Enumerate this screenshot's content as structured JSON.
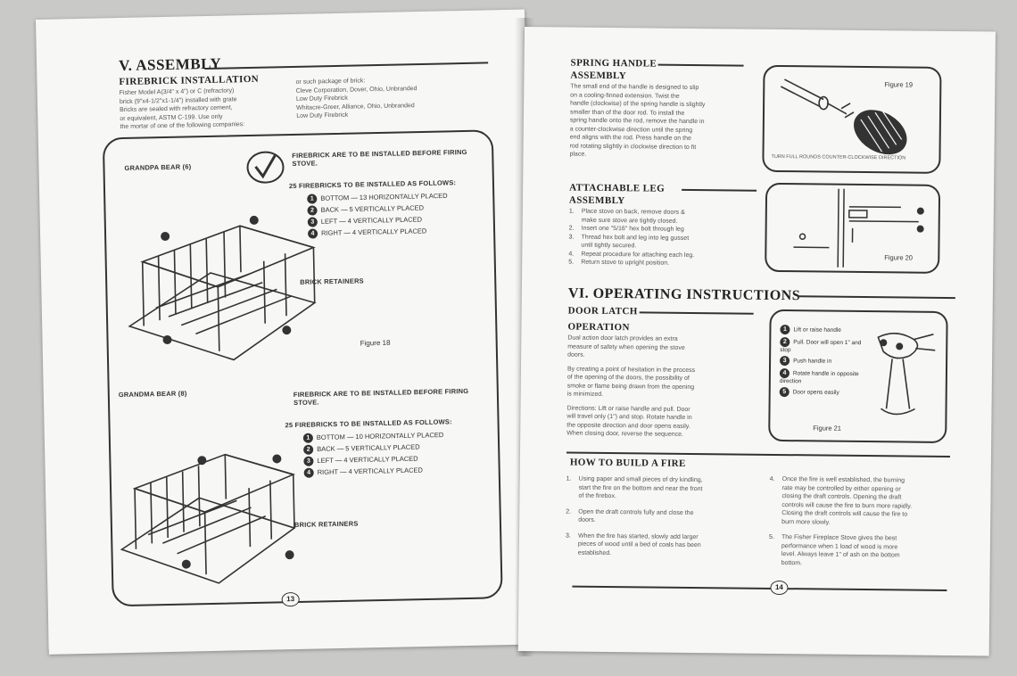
{
  "left_page": {
    "section_title": "V. ASSEMBLY",
    "subsection_title": "FIREBRICK INSTALLATION",
    "intro_col1": [
      "Fisher Model A(3/4\" x 4\") or C (refractory)",
      "brick (9\"x4-1/2\"x1-1/4\") installed with grate",
      "Bricks are sealed with refractory cement,",
      "or equivalent, ASTM C-199. Use only",
      "the mortar of one of the following companies:"
    ],
    "intro_col2": [
      "or such package of brick:",
      "Cleve Corporation, Dover, Ohio, Unbranded",
      "Low Duty Firebrick",
      "Whitacre-Greer, Alliance, Ohio, Unbranded",
      "Low Duty Firebrick"
    ],
    "diagram1": {
      "label": "GRANDPA BEAR (6)",
      "note1": "FIREBRICK ARE TO BE INSTALLED BEFORE FIRING STOVE.",
      "note2": "25 FIREBRICKS TO BE INSTALLED AS FOLLOWS:",
      "items": [
        {
          "num": "1",
          "text": "BOTTOM — 13 HORIZONTALLY PLACED"
        },
        {
          "num": "2",
          "text": "BACK — 5 VERTICALLY PLACED"
        },
        {
          "num": "3",
          "text": "LEFT — 4 VERTICALLY PLACED"
        },
        {
          "num": "4",
          "text": "RIGHT — 4 VERTICALLY PLACED"
        }
      ],
      "retainer_label": "BRICK RETAINERS",
      "figure_label": "Figure 18"
    },
    "diagram2": {
      "label": "GRANDMA BEAR (8)",
      "note1": "FIREBRICK ARE TO BE INSTALLED BEFORE FIRING STOVE.",
      "note2": "25 FIREBRICKS TO BE INSTALLED AS FOLLOWS:",
      "items": [
        {
          "num": "1",
          "text": "BOTTOM — 10 HORIZONTALLY PLACED"
        },
        {
          "num": "2",
          "text": "BACK — 5 VERTICALLY PLACED"
        },
        {
          "num": "3",
          "text": "LEFT — 4 VERTICALLY PLACED"
        },
        {
          "num": "4",
          "text": "RIGHT — 4 VERTICALLY PLACED"
        }
      ],
      "retainer_label": "BRICK RETAINERS"
    },
    "page_number": "13"
  },
  "right_page": {
    "spring_handle": {
      "title": "SPRING HANDLE",
      "subtitle": "ASSEMBLY",
      "body": [
        "The small end of the handle is designed to slip",
        "on a cooling-finned extension. Twist the",
        "handle (clockwise) of the spring handle is slightly",
        "smaller than of the door rod. To install the",
        "spring handle onto the rod, remove the handle in",
        "a counter-clockwise direction until the spring",
        "end aligns with the rod. Press handle on the",
        "rod rotating slightly in clockwise direction to fit",
        "place."
      ],
      "figure_label": "Figure 19",
      "figure_caption": "TURN FULL ROUNDS COUNTER-CLOCKWISE DIRECTION"
    },
    "leg": {
      "title": "ATTACHABLE LEG",
      "subtitle": "ASSEMBLY",
      "steps": [
        {
          "n": "1.",
          "text": "Place stove on back, remove doors &"
        },
        {
          "n": "",
          "text": "make sure stove are tightly closed."
        },
        {
          "n": "2.",
          "text": "Insert one \"5/16\" hex bolt through leg"
        },
        {
          "n": "3.",
          "text": "Thread hex bolt and leg into leg gusset"
        },
        {
          "n": "",
          "text": "until tightly secured."
        },
        {
          "n": "4.",
          "text": "Repeat procedure for attaching each leg."
        },
        {
          "n": "5.",
          "text": "Return stove to upright position."
        }
      ],
      "figure_label": "Figure 20"
    },
    "operating": {
      "section_title": "VI.  OPERATING INSTRUCTIONS",
      "door_latch_title": "DOOR LATCH",
      "operation_title": "OPERATION",
      "paragraphs": [
        [
          "Dual action door latch provides an extra",
          "measure of safety when opening the stove",
          "doors."
        ],
        [
          "By creating a point of hesitation in the process",
          "of the opening of the doors, the possibility of",
          "smoke or flame being drawn from the opening",
          "is minimized."
        ],
        [
          "Directions: Lift or raise handle and pull. Door",
          "will travel only (1\") and stop. Rotate handle in",
          "the opposite direction and door opens easily.",
          "When closing door, reverse the sequence."
        ]
      ],
      "figure_steps": [
        {
          "num": "1",
          "text": "Lift or raise handle"
        },
        {
          "num": "2",
          "text": "Pull. Door will open 1\" and stop"
        },
        {
          "num": "3",
          "text": "Push handle in"
        },
        {
          "num": "4",
          "text": "Rotate handle in opposite direction"
        },
        {
          "num": "5",
          "text": "Door opens easily"
        }
      ],
      "figure_label": "Figure 21"
    },
    "fire": {
      "title": "HOW TO BUILD A FIRE",
      "col1": [
        {
          "n": "1.",
          "lines": [
            "Using paper and small pieces of dry kindling,",
            "start the fire on the bottom and near the front",
            "of the firebox."
          ]
        },
        {
          "n": "2.",
          "lines": [
            "Open the draft controls fully and close the",
            "doors."
          ]
        },
        {
          "n": "3.",
          "lines": [
            "When the fire has started, slowly add larger",
            "pieces of wood until a bed of coals has been",
            "established."
          ]
        }
      ],
      "col2": [
        {
          "n": "4.",
          "lines": [
            "Once the fire is well established, the burning",
            "rate may be controlled by either opening or",
            "closing the draft controls. Opening the draft",
            "controls will cause the fire to burn more rapidly.",
            "Closing the draft controls will cause the fire to",
            "burn more slowly."
          ]
        },
        {
          "n": "5.",
          "lines": [
            "The Fisher Fireplace Stove gives the best",
            "performance when 1 load of wood is more",
            "level. Always leave 1\" of ash on the bottom",
            "bottom."
          ]
        }
      ]
    },
    "page_number": "14"
  }
}
